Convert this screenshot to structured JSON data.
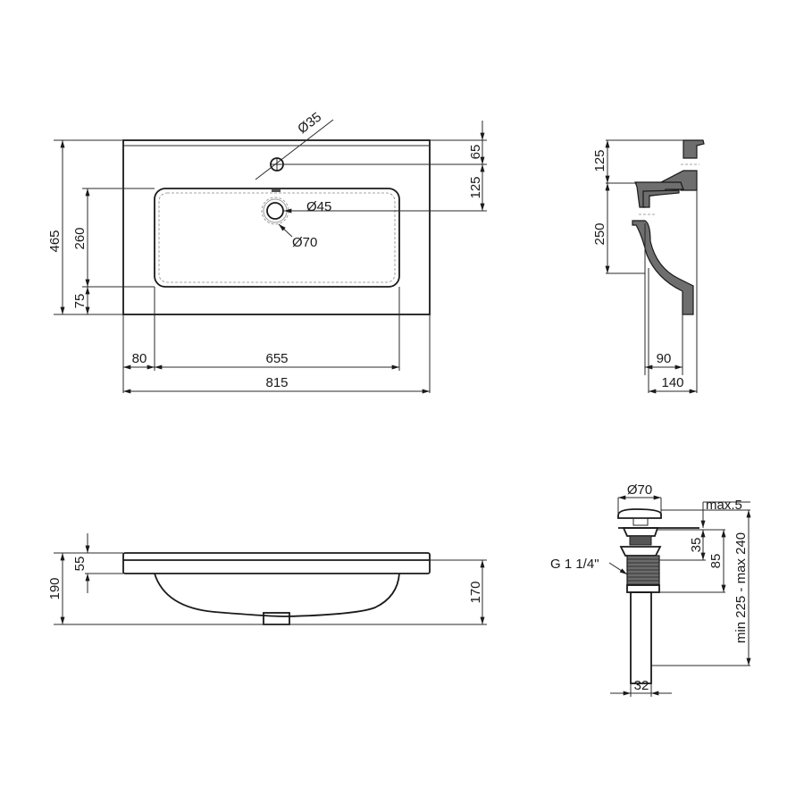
{
  "top_view": {
    "dims": {
      "overall_width": "815",
      "bowl_width": "655",
      "left_margin": "80",
      "overall_depth": "465",
      "bowl_depth": "260",
      "front_margin": "75",
      "tap_hole_offset": "65",
      "tap_to_drain": "125",
      "tap_hole_dia": "Ø35",
      "drain_dia": "Ø45",
      "drain_outer_dia": "Ø70"
    }
  },
  "side_section": {
    "dims": {
      "top_height": "125",
      "bowl_height": "250",
      "inner_depth": "90",
      "overall_depth": "140"
    }
  },
  "front_view": {
    "dims": {
      "rim_thickness": "55",
      "overall_height": "190",
      "bowl_height": "170"
    }
  },
  "drain_valve": {
    "dims": {
      "cap_dia": "Ø70",
      "cap_gap": "max.5",
      "flange_height": "35",
      "thread_height": "85",
      "total_length": "min 225 - max 240",
      "pipe_dia": "32",
      "thread_spec": "G 1 1/4\""
    }
  }
}
